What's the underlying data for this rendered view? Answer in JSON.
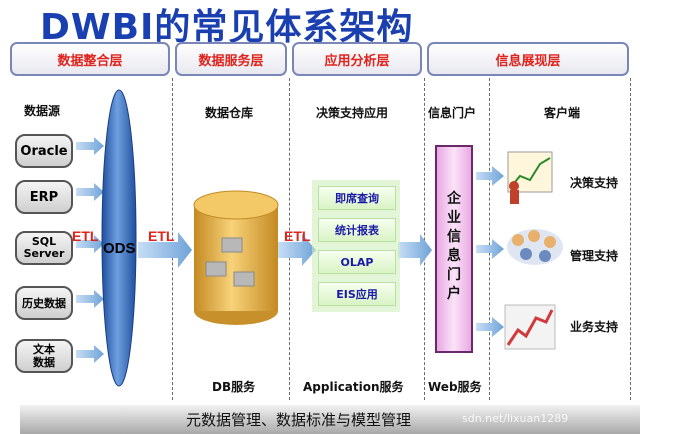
{
  "title": "DWBI的常见体系架构",
  "layers": [
    "数据整合层",
    "数据服务层",
    "应用分析层",
    "信息展现层"
  ],
  "datasource_label": "数据源",
  "sources": [
    "Oracle",
    "ERP",
    "SQL Server",
    "历史数据",
    "文本数据"
  ],
  "etl": "ETL",
  "ods": "ODS",
  "warehouse_label": "数据仓库",
  "decision_app_label": "决策支持应用",
  "apps": [
    "即席查询",
    "统计报表",
    "OLAP",
    "EIS应用"
  ],
  "portal_label": "信息门户",
  "portal_box": "企业信息门户",
  "client_label": "客户端",
  "clients": [
    "决策支持",
    "管理支持",
    "业务支持"
  ],
  "services": [
    "DB服务",
    "Application服务",
    "Web服务"
  ],
  "footer": "元数据管理、数据标准与模型管理",
  "watermark": "sdn.net/lixuan1289",
  "colors": {
    "title": "#1a3fb0",
    "layer_text": "#e0231c",
    "etl": "#e0231c",
    "ods": "#3b6fc4",
    "cylinder": "#e8b44a",
    "portal": "#f2c8ee",
    "apps_text": "#1a1aa8"
  }
}
